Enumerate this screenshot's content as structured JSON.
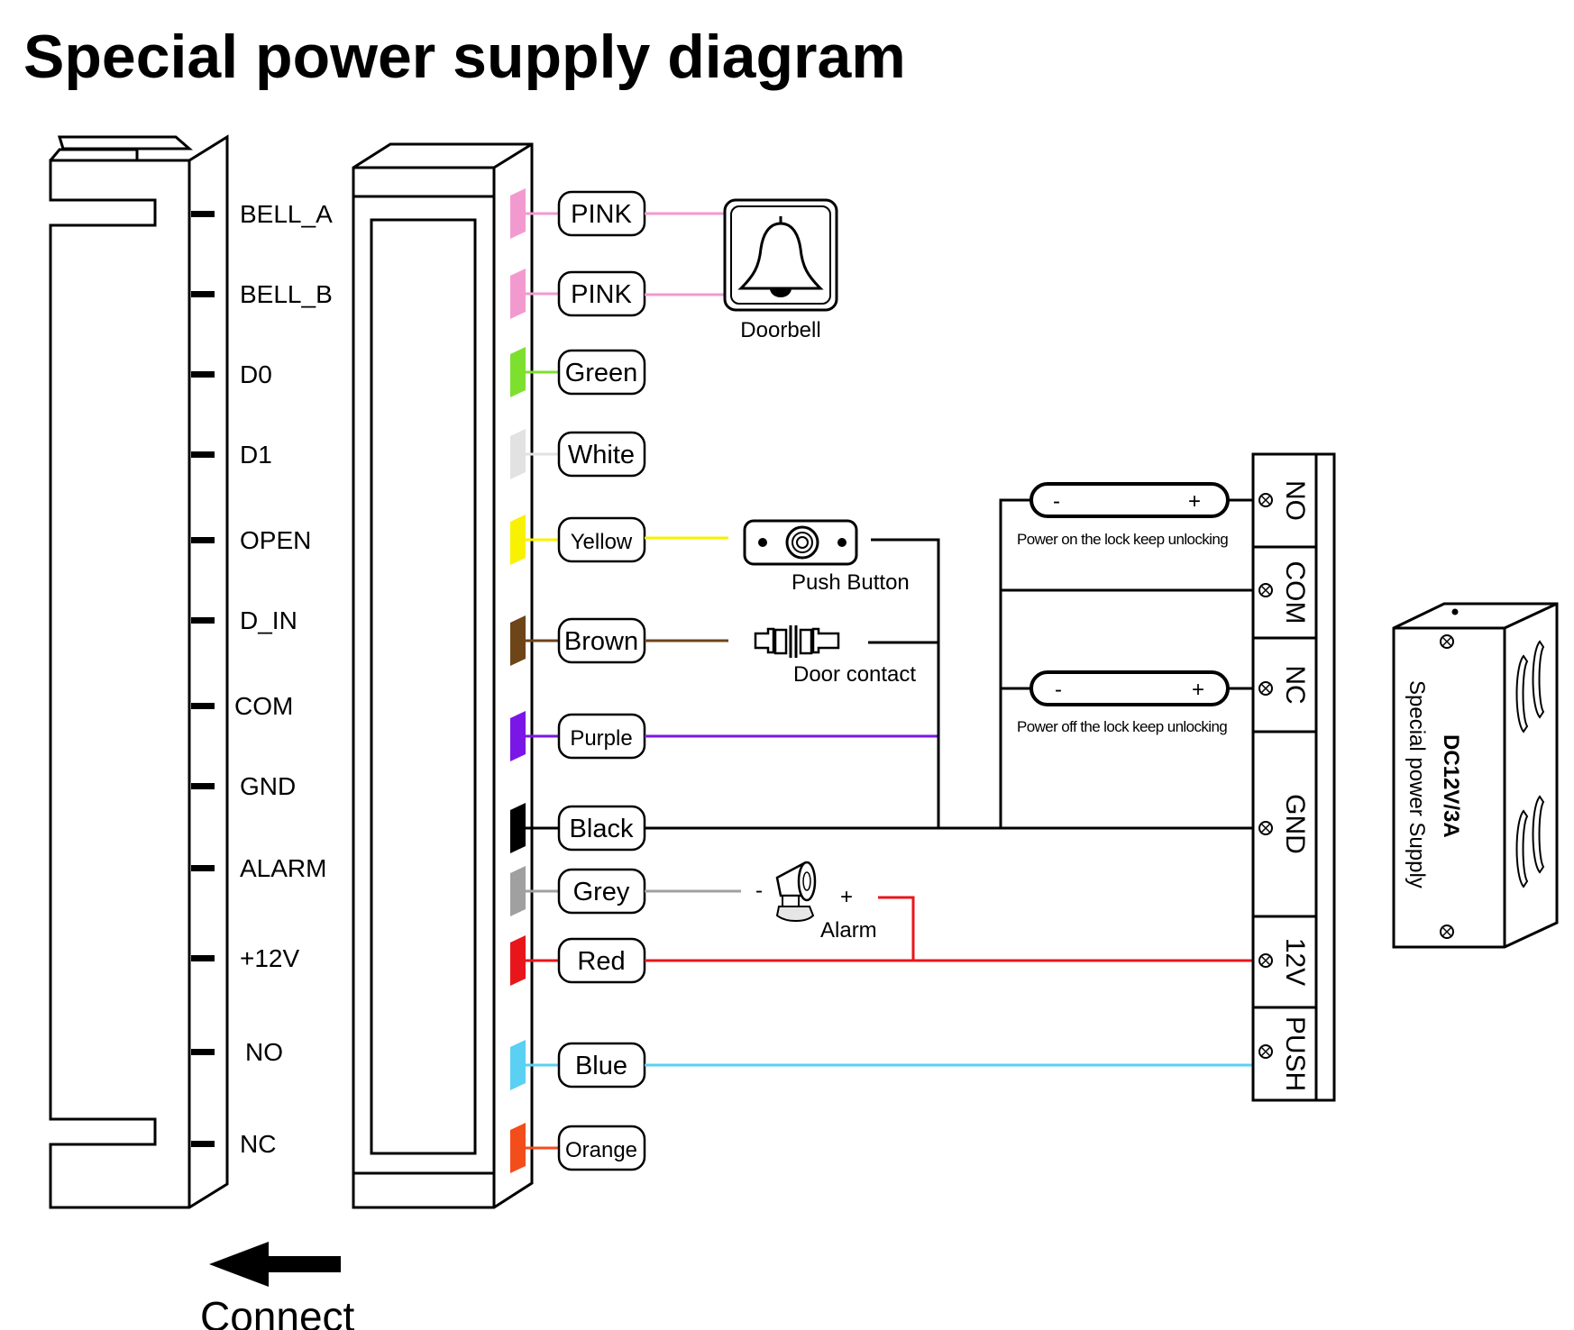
{
  "title": "Special power supply diagram",
  "reader_pins": [
    "BELL_A",
    "BELL_B",
    "D0",
    "D1",
    "OPEN",
    "D_IN",
    "COM",
    "GND",
    "ALARM",
    "+12V",
    "NO",
    "NC"
  ],
  "wires": [
    {
      "label": "PINK",
      "color": "#f29ad0"
    },
    {
      "label": "PINK",
      "color": "#f29ad0"
    },
    {
      "label": "Green",
      "color": "#7ee02e"
    },
    {
      "label": "White",
      "color": "#e2e2e2"
    },
    {
      "label": "Yellow",
      "color": "#f8f200"
    },
    {
      "label": "Brown",
      "color": "#6e4419"
    },
    {
      "label": "Purple",
      "color": "#7a17e6"
    },
    {
      "label": "Black",
      "color": "#000000"
    },
    {
      "label": "Grey",
      "color": "#a0a0a0"
    },
    {
      "label": "Red",
      "color": "#e8161b"
    },
    {
      "label": "Blue",
      "color": "#5ad0f2"
    },
    {
      "label": "Orange",
      "color": "#f34d1c"
    }
  ],
  "devices": {
    "doorbell": "Doorbell",
    "push_button": "Push Button",
    "door_contact": "Door contact",
    "alarm": "Alarm",
    "alarm_minus": "-",
    "alarm_plus": "+"
  },
  "locks": {
    "upper_note": "Power on the lock keep unlocking",
    "lower_note": "Power off the lock keep unlocking",
    "minus": "-",
    "plus": "+"
  },
  "terminal_block": [
    "NO",
    "COM",
    "NC",
    "GND",
    "12V",
    "PUSH"
  ],
  "power_supply": {
    "line1": "DC12V/3A",
    "line2": "Special power Supply"
  },
  "connect_label": "Connect"
}
